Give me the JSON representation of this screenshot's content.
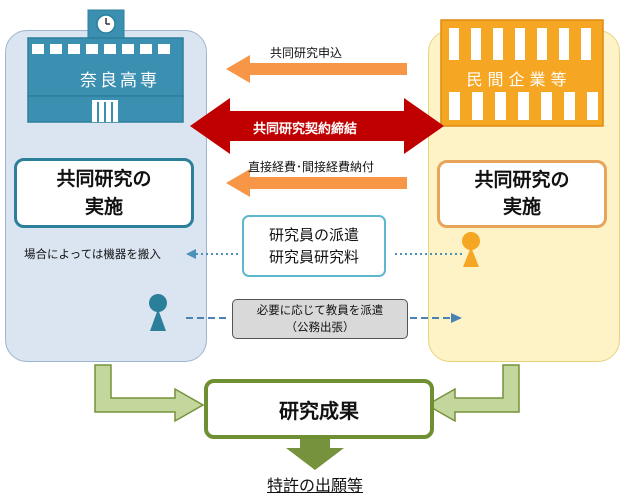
{
  "left_org": {
    "name": "奈良高専",
    "activity_line1": "共同研究の",
    "activity_line2": "実施",
    "side_note": "場合によっては機器を搬入"
  },
  "right_org": {
    "name": "民間企業等",
    "activity_line1": "共同研究の",
    "activity_line2": "実施"
  },
  "arrows": {
    "application": "共同研究申込",
    "contract": "共同研究契約締結",
    "expenses": "直接経費･間接経費納付"
  },
  "dispatch": {
    "line1": "研究員の派遣",
    "line2": "研究員研究料"
  },
  "faculty_dispatch": {
    "line1": "必要に応じて教員を派遣",
    "line2": "（公務出張）"
  },
  "result": "研究成果",
  "outcome": "特許の出願等",
  "colors": {
    "left_panel": "#dae5f1",
    "right_panel": "#fdf3c7",
    "left_accent": "#2c7f9a",
    "right_accent": "#e7a45b",
    "contract_red": "#c00000",
    "arrow_orange": "#f79646",
    "green": "#6f8f33",
    "person_blue": "#2c7f9a",
    "person_orange": "#f5a623"
  }
}
